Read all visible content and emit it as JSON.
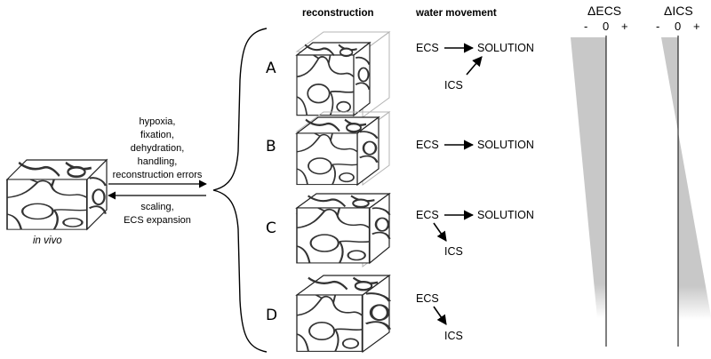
{
  "headers": {
    "reconstruction": "reconstruction",
    "water_movement": "water movement",
    "delta_ecs": "ΔECS",
    "delta_ics": "ΔICS"
  },
  "in_vivo_label": "in vivo",
  "forward_causes": [
    "hypoxia,",
    "fixation,",
    "dehydration,",
    "handling,",
    "reconstruction errors"
  ],
  "reverse_corrections": [
    "scaling,",
    "ECS expansion"
  ],
  "scale_ticks": [
    "-",
    "0",
    "+"
  ],
  "rows": [
    {
      "letter": "A",
      "flow": {
        "source": "ECS",
        "target": "SOLUTION",
        "secondary": "ICS"
      }
    },
    {
      "letter": "B",
      "flow": {
        "source": "ECS",
        "target": "SOLUTION"
      }
    },
    {
      "letter": "C",
      "flow": {
        "source": "ECS",
        "target": "SOLUTION",
        "secondary": "ICS"
      }
    },
    {
      "letter": "D",
      "flow": {
        "source": "ECS",
        "secondary": "ICS"
      }
    }
  ],
  "colors": {
    "line": "#000000",
    "wedge": "#c8c8c8",
    "ghost_edges": "#b4b4b4"
  }
}
